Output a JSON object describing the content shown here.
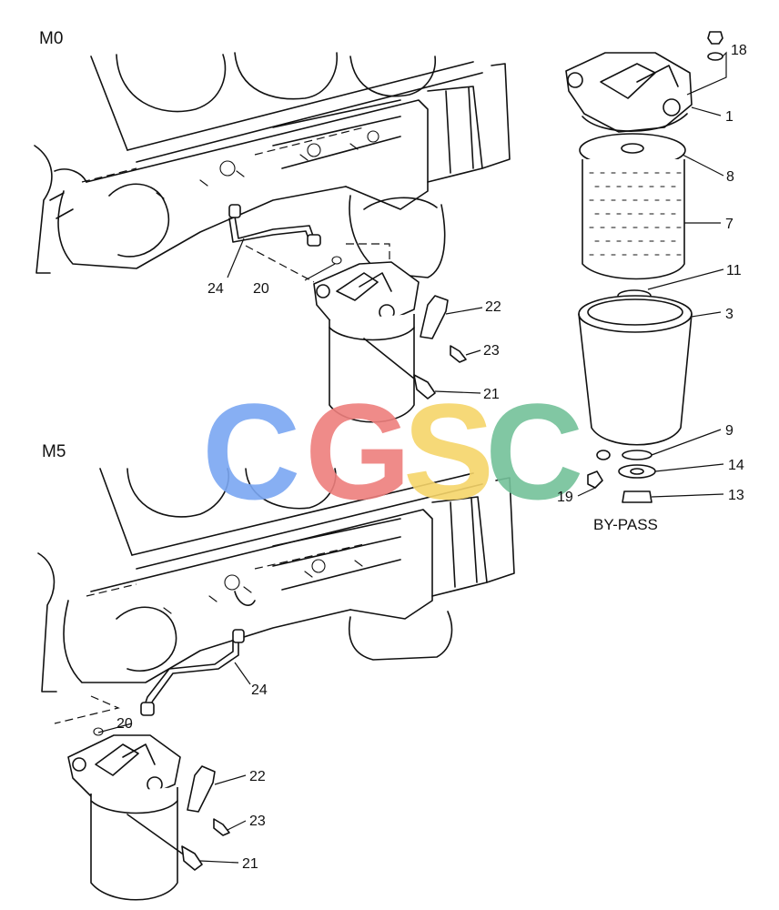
{
  "sections": {
    "upper": "M0",
    "lower": "M5"
  },
  "bypass_label": "BY-PASS",
  "watermark": {
    "letters": [
      "C",
      "G",
      "S",
      "C"
    ],
    "colors": [
      "#7ba7f2",
      "#ee7f7d",
      "#f6d56a",
      "#74c29a"
    ]
  },
  "callouts_m0": [
    "24",
    "20",
    "22",
    "23",
    "21"
  ],
  "callouts_m5": [
    "20",
    "24",
    "22",
    "23",
    "21"
  ],
  "callouts_exploded": [
    "18",
    "1",
    "8",
    "7",
    "11",
    "3",
    "9",
    "14",
    "19",
    "13"
  ]
}
